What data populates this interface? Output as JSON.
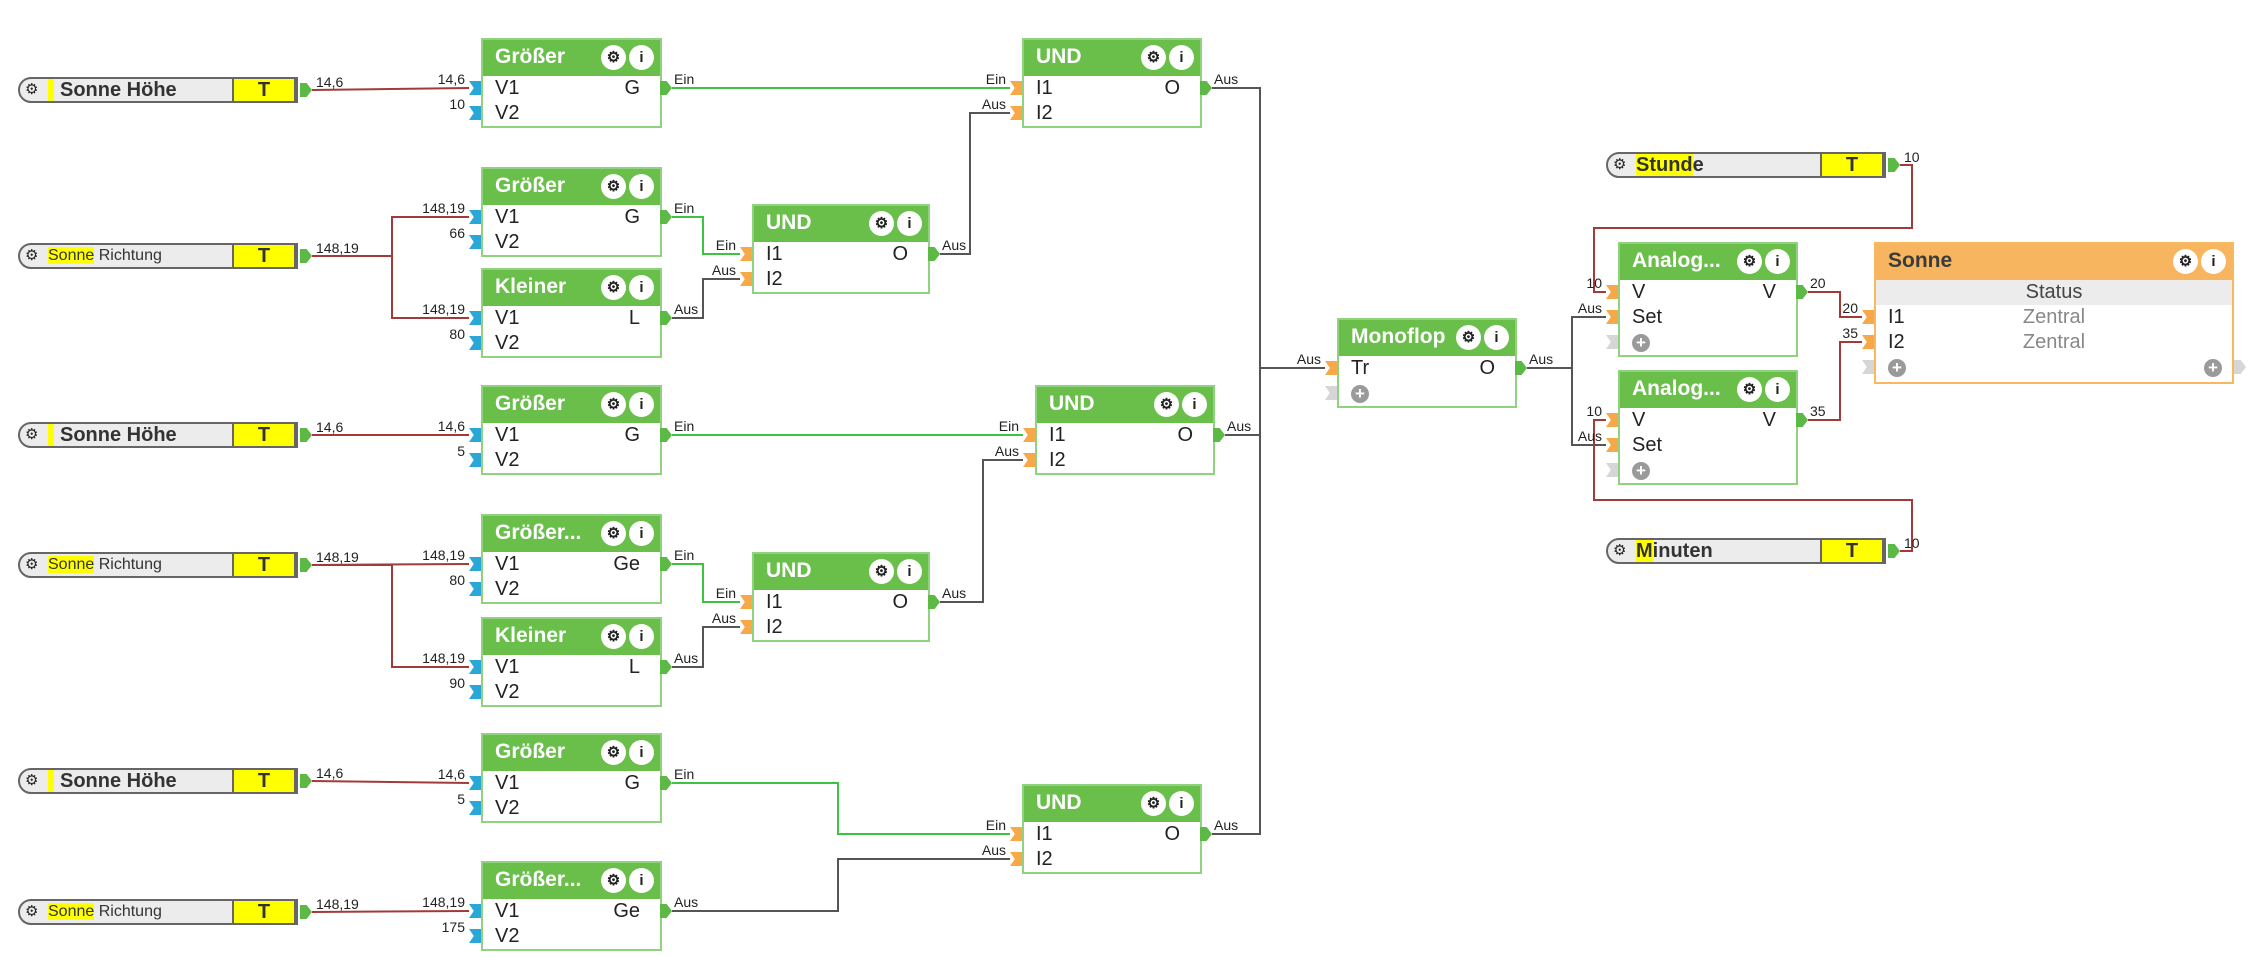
{
  "colors": {
    "block_header": "#6abf4b",
    "output_block_header": "#f7b55f",
    "wire_value": "#a33a3a",
    "wire_true": "#3fc23f",
    "wire_false": "#555555",
    "input_port_value": "#29a8d8",
    "input_port_logic": "#f7a94a",
    "highlight": "#ffff00"
  },
  "icons": {
    "gear": "gear-icon",
    "info": "info-icon",
    "add": "plus-circle-icon"
  },
  "inputs": [
    {
      "id": "in1",
      "name_hl": "",
      "name_rest": "Sonne Höhe",
      "type": "T",
      "value": "14,6"
    },
    {
      "id": "in2",
      "name_hl": "Sonne",
      "name_rest": " Richtung",
      "type": "T",
      "value": "148,19"
    },
    {
      "id": "in3",
      "name_hl": "",
      "name_rest": "Sonne Höhe",
      "type": "T",
      "value": "14,6"
    },
    {
      "id": "in4",
      "name_hl": "Sonne",
      "name_rest": " Richtung",
      "type": "T",
      "value": "148,19"
    },
    {
      "id": "in5",
      "name_hl": "",
      "name_rest": "Sonne Höhe",
      "type": "T",
      "value": "14,6"
    },
    {
      "id": "in6",
      "name_hl": "Sonne",
      "name_rest": " Richtung",
      "type": "T",
      "value": "148,19"
    },
    {
      "id": "stunde",
      "name_hl": "Stund",
      "name_rest": "e",
      "type": "T",
      "value": "10"
    },
    {
      "id": "minuten",
      "name_hl": "M",
      "name_rest": "inuten",
      "type": "T",
      "value": "10"
    }
  ],
  "blocks": [
    {
      "id": "g1",
      "title": "Größer",
      "rows": [
        {
          "in": "V1",
          "out": "G",
          "in_val": "14,6",
          "out_val": "Ein"
        },
        {
          "in": "V2",
          "in_val": "10"
        }
      ]
    },
    {
      "id": "g2",
      "title": "Größer",
      "rows": [
        {
          "in": "V1",
          "out": "G",
          "in_val": "148,19",
          "out_val": "Ein"
        },
        {
          "in": "V2",
          "in_val": "66"
        }
      ]
    },
    {
      "id": "k1",
      "title": "Kleiner",
      "rows": [
        {
          "in": "V1",
          "out": "L",
          "in_val": "148,19",
          "out_val": "Aus"
        },
        {
          "in": "V2",
          "in_val": "80"
        }
      ]
    },
    {
      "id": "g3",
      "title": "Größer",
      "rows": [
        {
          "in": "V1",
          "out": "G",
          "in_val": "14,6",
          "out_val": "Ein"
        },
        {
          "in": "V2",
          "in_val": "5"
        }
      ]
    },
    {
      "id": "g4",
      "title": "Größer...",
      "rows": [
        {
          "in": "V1",
          "out": "Ge",
          "in_val": "148,19",
          "out_val": "Ein"
        },
        {
          "in": "V2",
          "in_val": "80"
        }
      ]
    },
    {
      "id": "k2",
      "title": "Kleiner",
      "rows": [
        {
          "in": "V1",
          "out": "L",
          "in_val": "148,19",
          "out_val": "Aus"
        },
        {
          "in": "V2",
          "in_val": "90"
        }
      ]
    },
    {
      "id": "g5",
      "title": "Größer",
      "rows": [
        {
          "in": "V1",
          "out": "G",
          "in_val": "14,6",
          "out_val": "Ein"
        },
        {
          "in": "V2",
          "in_val": "5"
        }
      ]
    },
    {
      "id": "g6",
      "title": "Größer...",
      "rows": [
        {
          "in": "V1",
          "out": "Ge",
          "in_val": "148,19",
          "out_val": "Aus"
        },
        {
          "in": "V2",
          "in_val": "175"
        }
      ]
    },
    {
      "id": "u1",
      "title": "UND",
      "rows": [
        {
          "in": "I1",
          "out": "O",
          "in_val": "Ein",
          "out_val": "Aus"
        },
        {
          "in": "I2",
          "in_val": "Aus"
        }
      ]
    },
    {
      "id": "u2",
      "title": "UND",
      "rows": [
        {
          "in": "I1",
          "out": "O",
          "in_val": "Ein",
          "out_val": "Aus"
        },
        {
          "in": "I2",
          "in_val": "Aus"
        }
      ]
    },
    {
      "id": "u3",
      "title": "UND",
      "rows": [
        {
          "in": "I1",
          "out": "O",
          "in_val": "Ein",
          "out_val": "Aus"
        },
        {
          "in": "I2",
          "in_val": "Aus"
        }
      ]
    },
    {
      "id": "u4",
      "title": "UND",
      "rows": [
        {
          "in": "I1",
          "out": "O",
          "in_val": "Ein",
          "out_val": "Aus"
        },
        {
          "in": "I2",
          "in_val": "Aus"
        }
      ]
    },
    {
      "id": "u5",
      "title": "UND",
      "rows": [
        {
          "in": "I1",
          "out": "O",
          "in_val": "Ein",
          "out_val": "Aus"
        },
        {
          "in": "I2",
          "in_val": "Aus"
        }
      ]
    },
    {
      "id": "mono",
      "title": "Monoflop",
      "rows": [
        {
          "in": "Tr",
          "out": "O",
          "in_val": "Aus",
          "out_val": "Aus"
        }
      ]
    },
    {
      "id": "a1",
      "title": "Analog...",
      "rows": [
        {
          "in": "V",
          "out": "V",
          "in_val": "10",
          "out_val": "20"
        },
        {
          "in": "Set",
          "in_val": "Aus"
        }
      ]
    },
    {
      "id": "a2",
      "title": "Analog...",
      "rows": [
        {
          "in": "V",
          "out": "V",
          "in_val": "10",
          "out_val": "35"
        },
        {
          "in": "Set",
          "in_val": "Aus"
        }
      ]
    }
  ],
  "output": {
    "title": "Sonne",
    "status_header": "Status",
    "rows": [
      {
        "in": "I1",
        "value": "Zentral",
        "in_val": "20"
      },
      {
        "in": "I2",
        "value": "Zentral",
        "in_val": "35"
      }
    ]
  }
}
